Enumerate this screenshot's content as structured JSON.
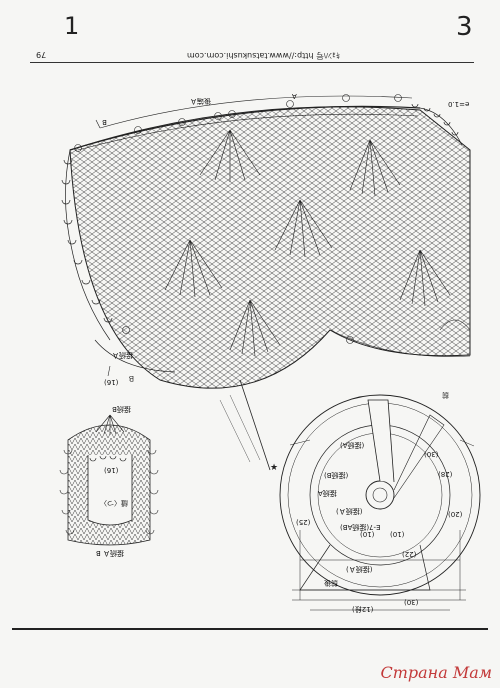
{
  "page": {
    "corner_left": "1",
    "corner_right": "3",
    "header_code": "ｷｮﾝﾊ号 http://www.tatsukushi.com.com",
    "header_page": "79",
    "watermark": "Страна Мам"
  },
  "main_chart": {
    "label_a": "A",
    "label_b": "B",
    "label_back": "後端Ａ",
    "label_back_left": "接続Ａ",
    "label_side": "Ｂ",
    "label_tr": "e=1.0",
    "label_bottom": "(16)"
  },
  "small_chart": {
    "label_top": "接続B",
    "label_mid": "(16)",
    "label_mid2": "縫〈つ〉",
    "label_bottom": "接続Ａ B",
    "label_star": "★"
  },
  "diagram": {
    "label_left": "前",
    "center_text": "E-7(接続AB)",
    "ring_labels": [
      "(接続A)",
      "(接続B)",
      "接続A",
      "(接続Ａ)",
      "(接続Ａ)",
      "前後"
    ],
    "bottom_text": "(12段)",
    "dims": [
      "(30)",
      "(28)",
      "(20)",
      "(22)",
      "(25)",
      "(30)",
      "(10)",
      "(10)"
    ]
  },
  "colors": {
    "ink": "#222222",
    "paper": "#f6f6f4",
    "watermark": "#c33a3a"
  }
}
